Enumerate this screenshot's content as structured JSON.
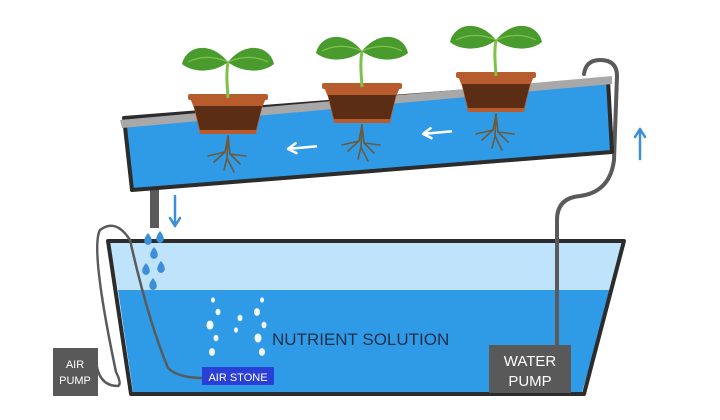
{
  "labels": {
    "nutrient_solution": "NUTRIENT SOLUTION",
    "air_stone": "AIR STONE",
    "water_pump_line1": "WATER",
    "water_pump_line2": "PUMP",
    "air_pump_line1": "AIR",
    "air_pump_line2": "PUMP"
  },
  "colors": {
    "water": "#2f9be6",
    "water_light": "#bfe3fa",
    "outline": "#2c2c2c",
    "tube": "#5a5a5a",
    "pump_box": "#595959",
    "air_stone_box": "#2a3fd6",
    "arrow": "#3a8fd8",
    "leaf": "#4a9b2e",
    "leaf_light": "#7cc24a",
    "pot": "#b85c2e",
    "soil": "#5a2d14",
    "root": "#6b5a3c",
    "bubble": "#ffffff"
  },
  "icons": {
    "flow_arrow": "arrow-icon",
    "drop": "water-drop-icon",
    "seedling": "seedling-icon"
  }
}
